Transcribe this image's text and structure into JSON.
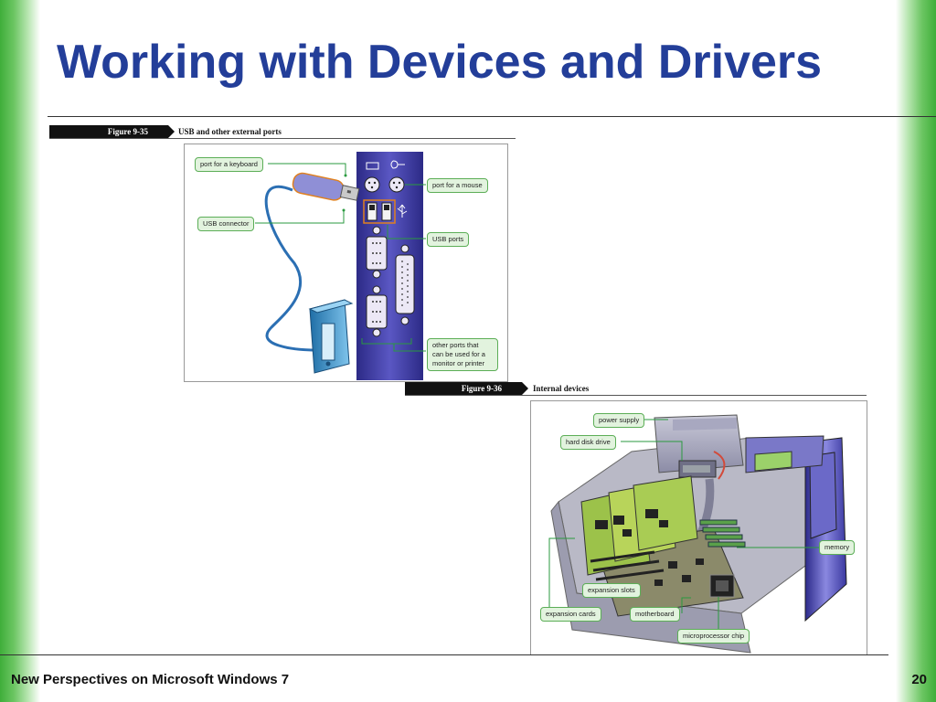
{
  "slide": {
    "title": "Working with Devices and Drivers",
    "footer": "New Perspectives on Microsoft Windows 7",
    "page_number": "20"
  },
  "figure1": {
    "number": "Figure 9-35",
    "caption": "USB and other external ports",
    "callouts": {
      "keyboard": "port for a keyboard",
      "mouse": "port for a mouse",
      "usb_connector": "USB connector",
      "usb_ports": "USB ports",
      "other_ports_1": "other ports that",
      "other_ports_2": "can be used for a",
      "other_ports_3": "monitor or printer"
    }
  },
  "figure2": {
    "number": "Figure 9-36",
    "caption": "Internal devices",
    "callouts": {
      "power_supply": "power supply",
      "hard_disk": "hard disk drive",
      "memory": "memory",
      "expansion_slots": "expansion slots",
      "expansion_cards": "expansion cards",
      "motherboard": "motherboard",
      "microprocessor": "microprocessor chip"
    }
  },
  "colors": {
    "title": "#233e99",
    "accent_green": "#3fae3a",
    "callout_fill": "#e2f3de",
    "port_panel": "#3c3a9e"
  }
}
